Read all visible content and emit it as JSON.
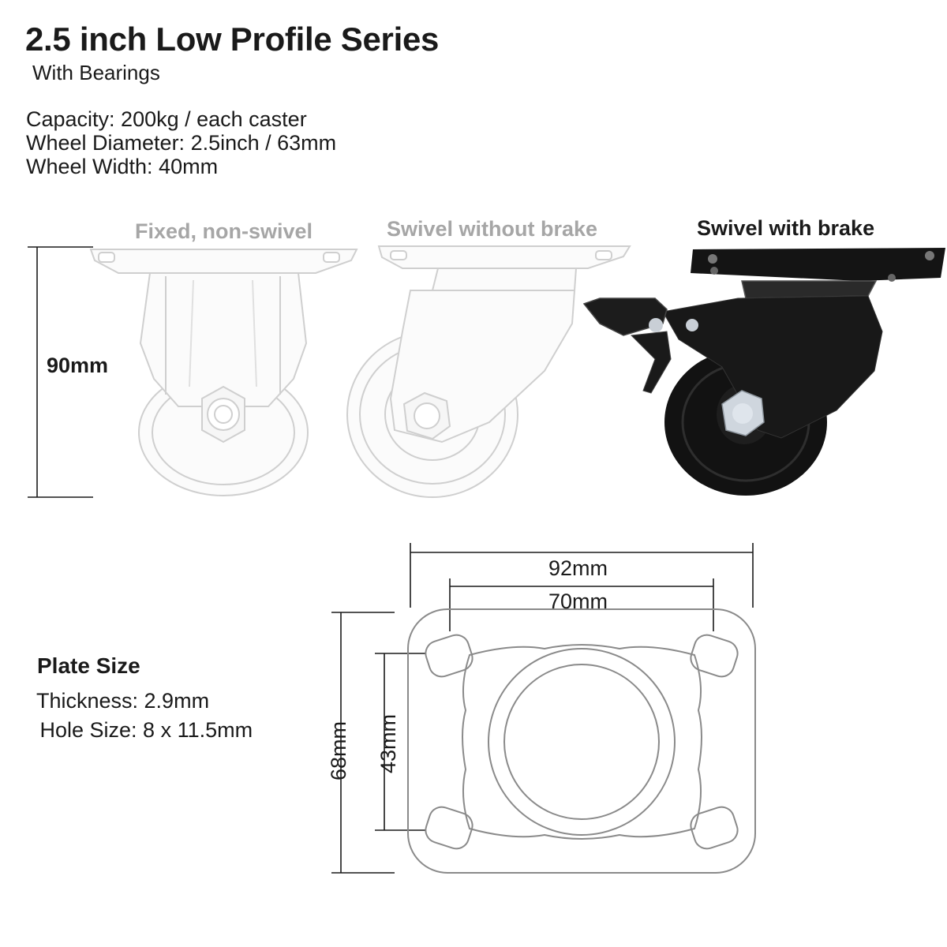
{
  "title": "2.5 inch Low Profile Series",
  "subtitle": "With Bearings",
  "specs": [
    "Capacity: 200kg / each caster",
    "Wheel Diameter: 2.5inch / 63mm",
    "Wheel Width: 40mm"
  ],
  "variants": {
    "fixed": "Fixed, non-swivel",
    "swivel": "Swivel without brake",
    "brake": "Swivel with brake"
  },
  "height_dimension": "90mm",
  "plate": {
    "heading": "Plate Size",
    "thickness": "Thickness: 2.9mm",
    "hole_size": " Hole Size: 8 x 11.5mm",
    "outer_width": "92mm",
    "hole_span_width": "70mm",
    "outer_height": "68mm",
    "hole_span_height": "43mm"
  },
  "colors": {
    "text": "#1a1a1a",
    "faded_label": "#a6a6a6",
    "faded_outline": "#cfcfcf",
    "caster_black": "#141414",
    "plate_outline": "#8a8a8a"
  }
}
